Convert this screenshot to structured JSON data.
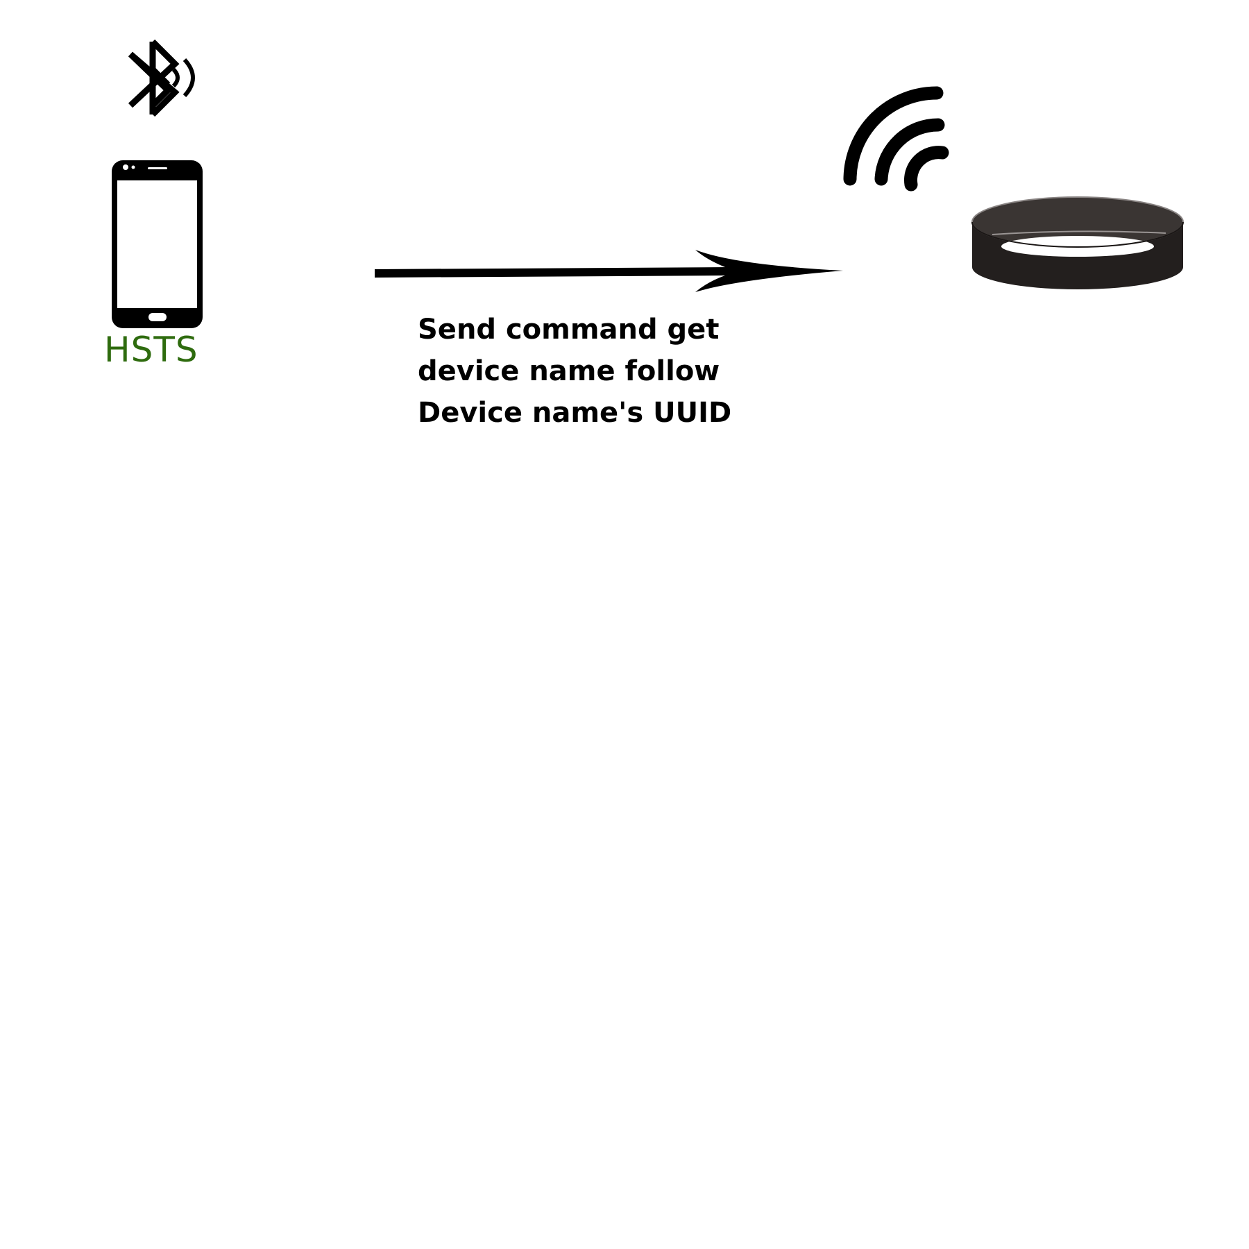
{
  "phone": {
    "label": "HSTS"
  },
  "caption": {
    "lines": [
      "Send command get",
      "device name follow",
      "Device name's UUID"
    ]
  },
  "colors": {
    "label_green": "#2e6b0e",
    "ink": "#000000",
    "band_dark": "#231f1e"
  },
  "icons": [
    "bluetooth-icon",
    "smartphone-icon",
    "arrow-icon",
    "wireless-signal-icon",
    "wristband-icon"
  ]
}
